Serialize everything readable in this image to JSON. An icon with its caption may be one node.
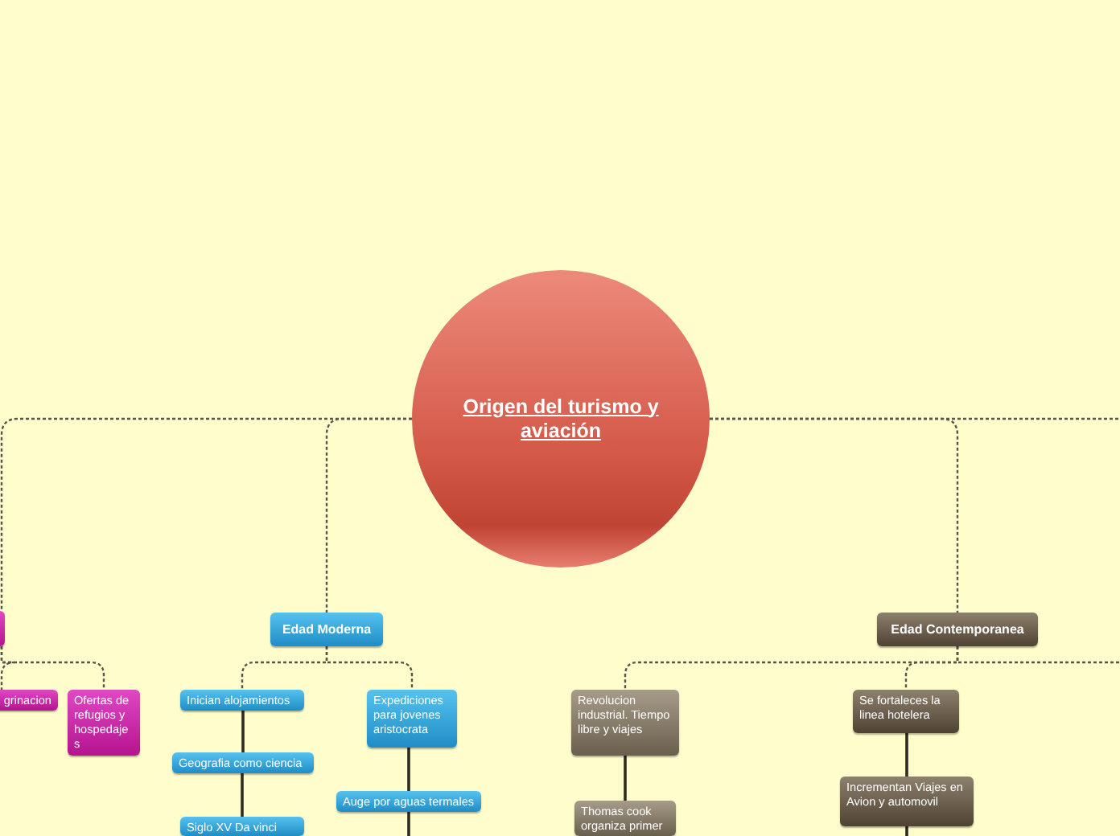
{
  "diagram": {
    "nodes": [
      {
        "text": [
          "Origen del turismo y aviación"
        ]
      },
      {
        "text": [],
        "shape": "box"
      },
      {
        "text": [
          "grinacion"
        ]
      },
      {
        "text": [
          "Ofertas de refugios y hospedajes"
        ]
      },
      {
        "text": [
          "Edad Moderna"
        ]
      },
      {
        "text": [
          "Inician alojamientos"
        ]
      },
      {
        "text": [
          "Geografia como ciencia"
        ]
      },
      {
        "text": [
          "Siglo XV Da vinci"
        ]
      },
      {
        "text": [
          "Expediciones para jovenes aristocrata"
        ]
      },
      {
        "text": [
          "Auge por aguas termales"
        ]
      },
      {
        "text": [
          "Edad Contemporanea"
        ]
      },
      {
        "text": [
          "Revolucion industrial. Tiempo libre y viajes"
        ]
      },
      {
        "text": [
          "Thomas cook organiza primer"
        ]
      },
      {
        "text": [
          "Se fortaleces la linea hotelera"
        ]
      },
      {
        "text": [
          "Incrementan Viajes en Avion y automovil"
        ]
      }
    ],
    "edges": [
      {
        "from": 0,
        "to": 1,
        "arrow": "none",
        "style": "dashed"
      },
      {
        "from": 0,
        "to": 4,
        "arrow": "none",
        "style": "dashed"
      },
      {
        "from": 0,
        "to": 10,
        "arrow": "none",
        "style": "dashed"
      },
      {
        "from": 0,
        "to": null,
        "arrow": "none",
        "style": "dashed"
      },
      {
        "from": 1,
        "to": 2,
        "arrow": "none",
        "style": "dashed"
      },
      {
        "from": 1,
        "to": 3,
        "arrow": "none",
        "style": "dashed"
      },
      {
        "from": 4,
        "to": 5,
        "arrow": "none",
        "style": "dashed"
      },
      {
        "from": 4,
        "to": 8,
        "arrow": "none",
        "style": "dashed"
      },
      {
        "from": 5,
        "to": 6,
        "arrow": "none"
      },
      {
        "from": 6,
        "to": 7,
        "arrow": "none"
      },
      {
        "from": 8,
        "to": 9,
        "arrow": "none"
      },
      {
        "from": 9,
        "to": null,
        "arrow": "none"
      },
      {
        "from": 10,
        "to": 11,
        "arrow": "none",
        "style": "dashed"
      },
      {
        "from": 10,
        "to": 13,
        "arrow": "none",
        "style": "dashed"
      },
      {
        "from": 10,
        "to": null,
        "arrow": "none",
        "style": "dashed"
      },
      {
        "from": 11,
        "to": 12,
        "arrow": "none"
      },
      {
        "from": 13,
        "to": 14,
        "arrow": "none"
      },
      {
        "from": 14,
        "to": null,
        "arrow": "none"
      }
    ]
  }
}
